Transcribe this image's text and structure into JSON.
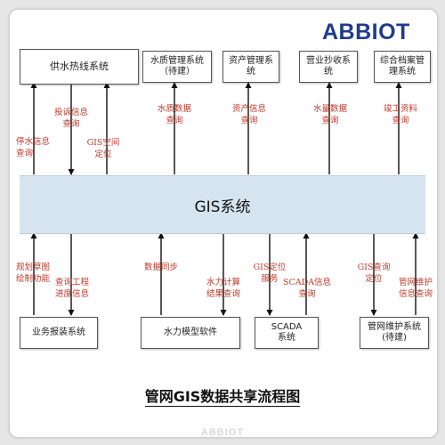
{
  "logo": "ABBIOT",
  "center": "GIS系统",
  "top_boxes": [
    {
      "id": "gongshui",
      "label": "供水热线系统"
    },
    {
      "id": "shuizhi",
      "label": "水质管理系统\n（待建）"
    },
    {
      "id": "zichan",
      "label": "资产管理系\n统"
    },
    {
      "id": "yingye",
      "label": "营业抄收系\n统"
    },
    {
      "id": "zonghe",
      "label": "综合档案管\n理系统"
    }
  ],
  "top_labels": [
    {
      "id": "tingshui",
      "text": "停水信息\n查询"
    },
    {
      "id": "tousu",
      "text": "投诉信息\n查询"
    },
    {
      "id": "gis_kongjian",
      "text": "GIS空间\n定位"
    },
    {
      "id": "shuizhi_data",
      "text": "水质数据\n查询"
    },
    {
      "id": "zichan_info",
      "text": "资产信息\n查询"
    },
    {
      "id": "shuiliang",
      "text": "水量数据\n查询"
    },
    {
      "id": "jungong",
      "text": "竣工资料\n查询"
    }
  ],
  "bottom_boxes": [
    {
      "id": "yewu",
      "label": "业务报装系统"
    },
    {
      "id": "shuili",
      "label": "水力模型软件"
    },
    {
      "id": "scada",
      "label": "SCADA\n系统"
    },
    {
      "id": "weihu",
      "label": "管网维护系统\n(待建)"
    }
  ],
  "bottom_labels": [
    {
      "id": "guihua",
      "text": "规划草图\n绘制功能"
    },
    {
      "id": "gongcheng",
      "text": "查询工程\n进度信息"
    },
    {
      "id": "tongbu",
      "text": "数据同步"
    },
    {
      "id": "shuili_calc",
      "text": "水力计算\n结果查询"
    },
    {
      "id": "gis_dingwei",
      "text": "GIS定位\n服务"
    },
    {
      "id": "scada_info",
      "text": "SCADA信息\n查询"
    },
    {
      "id": "gis_chaxun",
      "text": "GIS查询\n定位"
    },
    {
      "id": "weihu_info",
      "text": "管网维护\n信息查询"
    }
  ],
  "title": "管网GIS数据共享流程图",
  "watermark": "ABBIOT",
  "colors": {
    "band": "#d6e4f0",
    "label_red": "#c0392b",
    "logo_blue": "#1f3b8c"
  }
}
